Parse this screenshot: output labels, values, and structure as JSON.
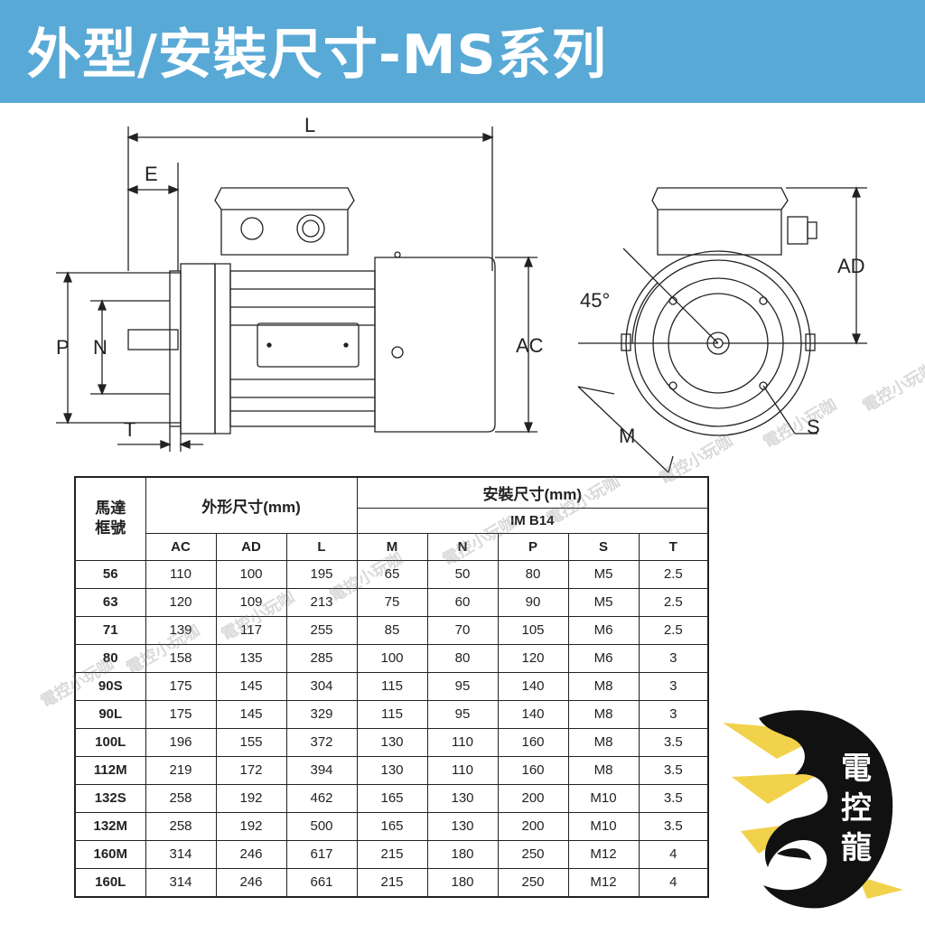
{
  "header": {
    "title": "外型/安裝尺寸-MS系列"
  },
  "drawing": {
    "labels": {
      "L": "L",
      "E": "E",
      "P": "P",
      "N": "N",
      "T": "T",
      "AC": "AC",
      "AD": "AD",
      "M": "M",
      "S": "S",
      "angle": "45°"
    }
  },
  "table": {
    "frame_header": [
      "馬達",
      "框號"
    ],
    "outline_header": "外形尺寸(mm)",
    "install_header": "安裝尺寸(mm)",
    "mount_type": "IM B14",
    "columns": [
      "AC",
      "AD",
      "L",
      "M",
      "N",
      "P",
      "S",
      "T"
    ],
    "rows": [
      {
        "frame": "56",
        "cells": [
          "110",
          "100",
          "195",
          "65",
          "50",
          "80",
          "M5",
          "2.5"
        ]
      },
      {
        "frame": "63",
        "cells": [
          "120",
          "109",
          "213",
          "75",
          "60",
          "90",
          "M5",
          "2.5"
        ]
      },
      {
        "frame": "71",
        "cells": [
          "139",
          "117",
          "255",
          "85",
          "70",
          "105",
          "M6",
          "2.5"
        ]
      },
      {
        "frame": "80",
        "cells": [
          "158",
          "135",
          "285",
          "100",
          "80",
          "120",
          "M6",
          "3"
        ]
      },
      {
        "frame": "90S",
        "cells": [
          "175",
          "145",
          "304",
          "115",
          "95",
          "140",
          "M8",
          "3"
        ]
      },
      {
        "frame": "90L",
        "cells": [
          "175",
          "145",
          "329",
          "115",
          "95",
          "140",
          "M8",
          "3"
        ]
      },
      {
        "frame": "100L",
        "cells": [
          "196",
          "155",
          "372",
          "130",
          "110",
          "160",
          "M8",
          "3.5"
        ]
      },
      {
        "frame": "112M",
        "cells": [
          "219",
          "172",
          "394",
          "130",
          "110",
          "160",
          "M8",
          "3.5"
        ]
      },
      {
        "frame": "132S",
        "cells": [
          "258",
          "192",
          "462",
          "165",
          "130",
          "200",
          "M10",
          "3.5"
        ]
      },
      {
        "frame": "132M",
        "cells": [
          "258",
          "192",
          "500",
          "165",
          "130",
          "200",
          "M10",
          "3.5"
        ]
      },
      {
        "frame": "160M",
        "cells": [
          "314",
          "246",
          "617",
          "215",
          "180",
          "250",
          "M12",
          "4"
        ]
      },
      {
        "frame": "160L",
        "cells": [
          "314",
          "246",
          "661",
          "215",
          "180",
          "250",
          "M12",
          "4"
        ]
      }
    ]
  },
  "watermark": {
    "text": "電控小玩咖"
  },
  "logo": {
    "characters": [
      "電",
      "控",
      "龍"
    ]
  },
  "colors": {
    "header_bg": "#59a9d6",
    "header_text": "#ffffff",
    "line": "#222222"
  }
}
